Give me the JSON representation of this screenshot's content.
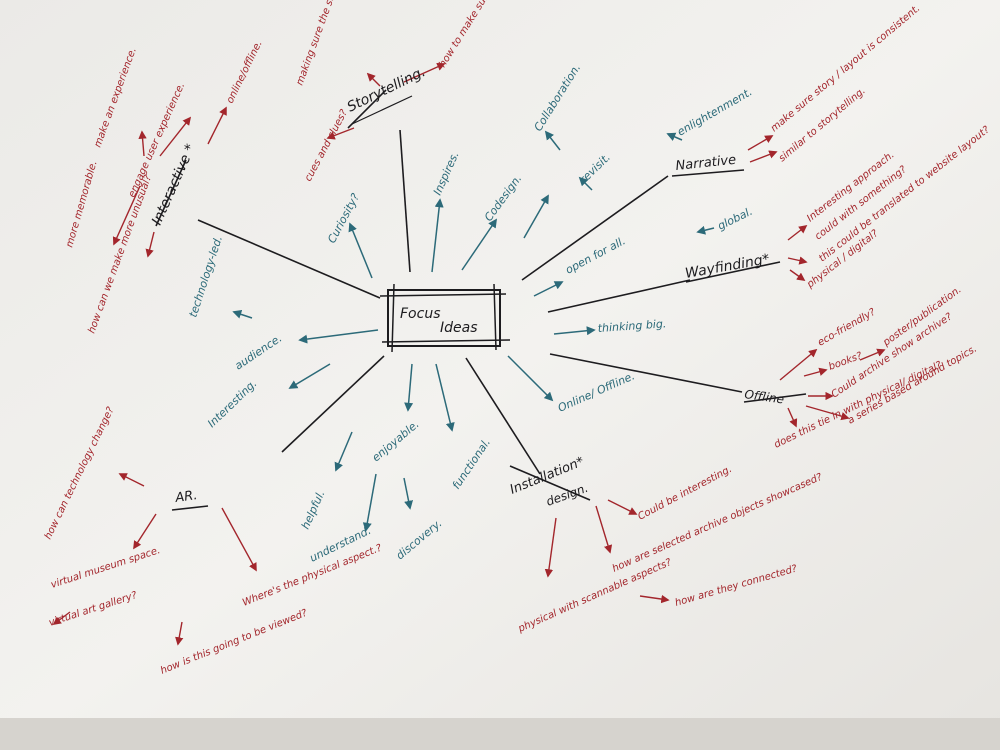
{
  "center": {
    "line1": "Focus",
    "line2": "Ideas"
  },
  "branches": {
    "storytelling": "Storytelling.",
    "interactive": "Interactive *",
    "narrative": "Narrative",
    "wayfinding": "Wayfinding*",
    "offline": "Offline",
    "installation": "Installation*",
    "installation_sub": "design.",
    "ar": "AR."
  },
  "teal": {
    "curiosity": "Curiosity?",
    "inspires": "Inspires.",
    "codesign": "Codesign.",
    "collaboration": "Collaboration.",
    "revisit": "revisit.",
    "enlightenment": "enlightenment.",
    "open_for_all": "open for all.",
    "global": "global.",
    "thinking_big": "thinking big.",
    "online_offline": "Online/ Offline.",
    "functional": "functional.",
    "enjoyable": "enjoyable.",
    "discovery": "discovery.",
    "helpful": "helpful.",
    "understand": "understand.",
    "interesting": "Interesting.",
    "audience": "audience.",
    "technology_led": "technology-led."
  },
  "red": {
    "make_memorable": "more memorable.",
    "make_experience": "make an experience.",
    "engage_user": "engage user experience.",
    "online_offline": "online/offline.",
    "how_can_we": "how can we make more unusual?",
    "making_sure_narrative": "making sure the story narrative is clear.",
    "how_to_make_sure": "how to make sure the archive comes across?",
    "cues_and_clues": "cues and clues?",
    "make_sure_story": "make sure story / layout is consistent.",
    "similar_to_storytelling": "similar to storytelling.",
    "interesting_approach": "Interesting approach.",
    "could_with_something": "could with something?",
    "this_could_be": "this could be translated to website layout?",
    "physical_digital": "physical / digital?",
    "eco_friendly": "eco-friendly?",
    "books": "books?",
    "poster_publication": "poster/publication.",
    "could_archive": "Could archive show archive?",
    "series_based": "a series based around topics.",
    "does_this_tie": "does this tie in with physical/ digital?",
    "could_be_interesting": "Could be interesting.",
    "how_are_selected": "how are selected archive objects showcased?",
    "physical_with_scannable": "physical with scannable aspects?",
    "how_are_they_connected": "how are they connected?",
    "how_can_technology": "how can technology change?",
    "virtual_museum": "virtual museum space.",
    "virtual_art_gallery": "virtual art gallery?",
    "where_physical": "Where's the physical aspect.?",
    "how_viewed": "how is this going to be viewed?"
  },
  "colors": {
    "paper": "#f1f0ed",
    "ink": "#1d1c1f",
    "teal": "#2c6a79",
    "red": "#a3262c"
  }
}
